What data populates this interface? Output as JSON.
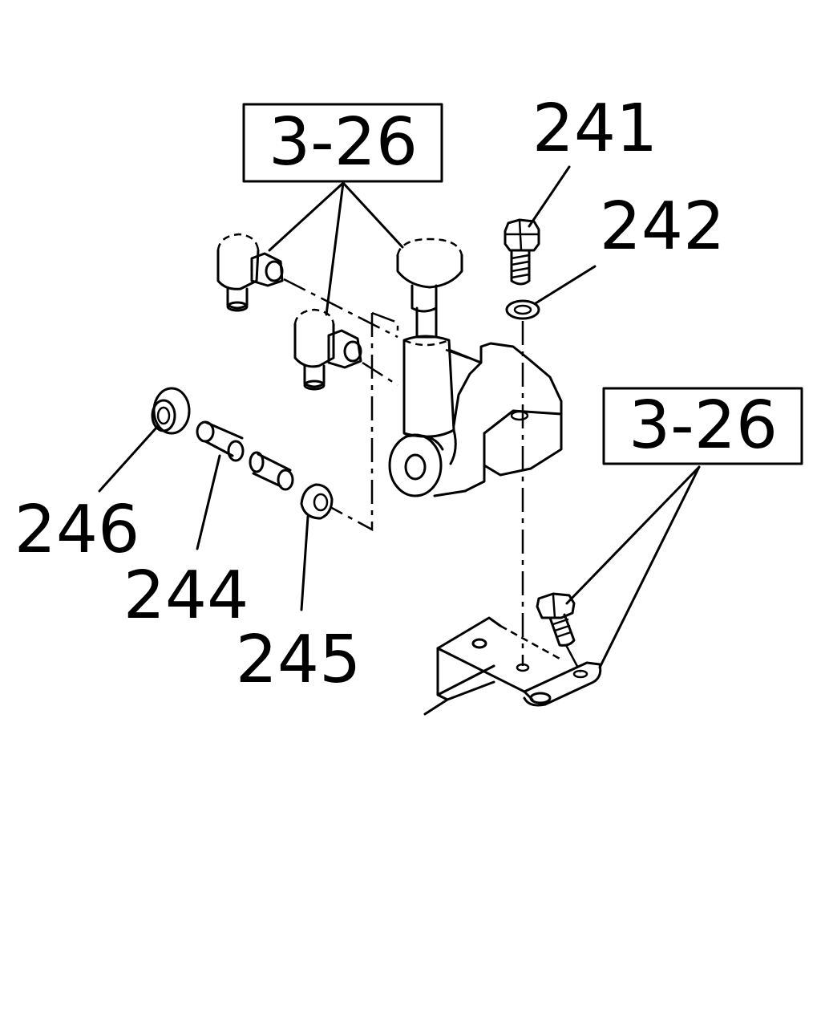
{
  "references": [
    {
      "id": "ref-top",
      "text": "3-26"
    },
    {
      "id": "ref-right",
      "text": "3-26"
    }
  ],
  "parts": {
    "p241": "241",
    "p242": "242",
    "p244": "244",
    "p245": "245",
    "p246": "246"
  }
}
